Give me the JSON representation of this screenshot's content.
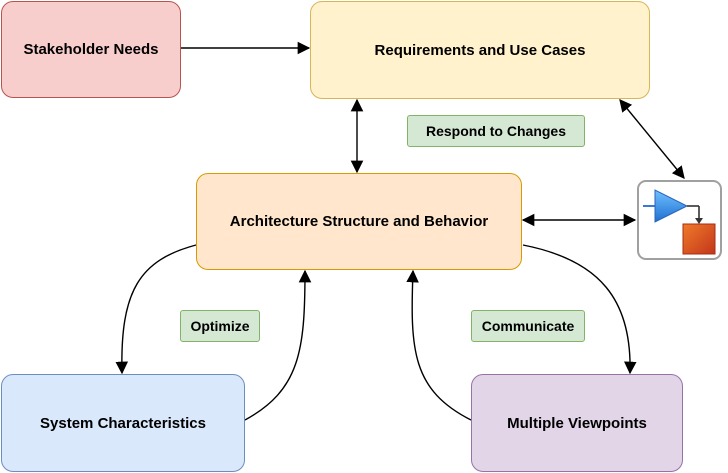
{
  "nodes": {
    "stakeholder": "Stakeholder Needs",
    "requirements": "Requirements and Use Cases",
    "architecture": "Architecture Structure and Behavior",
    "system": "System Characteristics",
    "viewpoints": "Multiple Viewpoints"
  },
  "labels": {
    "respond": "Respond to Changes",
    "optimize": "Optimize",
    "communicate": "Communicate"
  },
  "icons": {
    "simulink": "simulink-model-icon"
  },
  "colors": {
    "red_fill": "#f8cecc",
    "red_border": "#b85450",
    "yellow_fill": "#fff2cc",
    "yellow_border": "#d6b656",
    "orange_fill": "#ffe6cc",
    "orange_border": "#d79b00",
    "blue_fill": "#dae8fc",
    "blue_border": "#6c8ebf",
    "purple_fill": "#e1d5e7",
    "purple_border": "#9673a6",
    "green_fill": "#d5e8d4",
    "green_border": "#82b366"
  }
}
